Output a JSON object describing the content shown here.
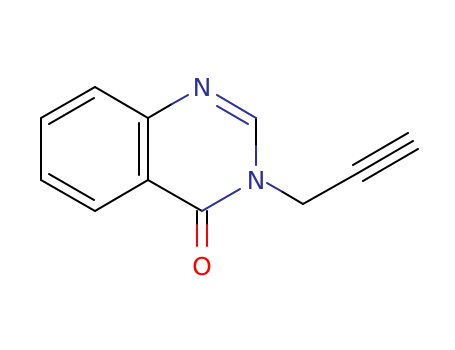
{
  "molecule": {
    "atoms": {
      "n1": "N",
      "n3": "N",
      "o": "O"
    },
    "colors": {
      "bond": "#000000",
      "nitrogen": "#30309a",
      "oxygen": "#ff0000"
    }
  }
}
